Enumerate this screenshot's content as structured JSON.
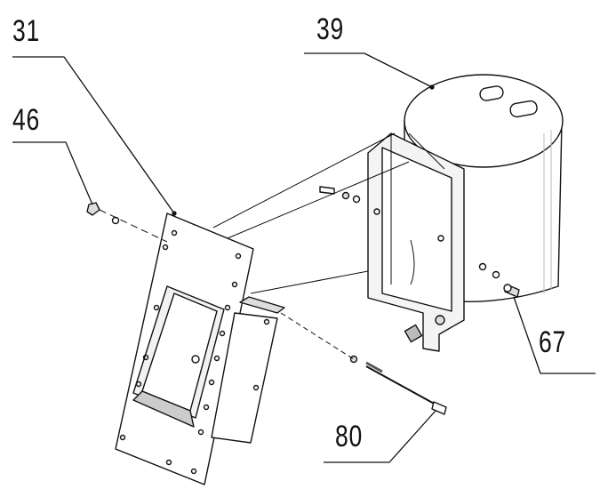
{
  "callouts": {
    "c31": "31",
    "c39": "39",
    "c46": "46",
    "c67": "67",
    "c80": "80"
  },
  "colors": {
    "line": "#111111",
    "shade_light": "#e6e6e6",
    "shade_mid": "#bdbdbd",
    "background": "#ffffff"
  }
}
